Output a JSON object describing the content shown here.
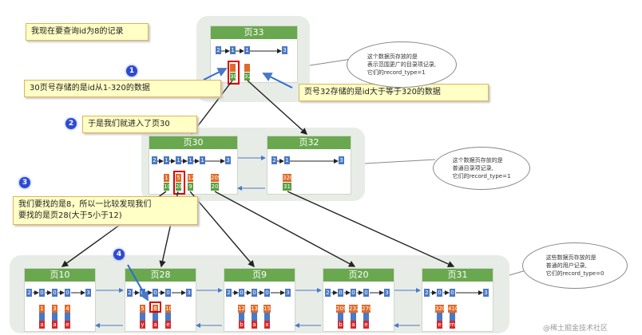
{
  "notes": {
    "query": "我现在要查询id为8的记录",
    "step1": "30页号存储的是id从1-320的数据",
    "step1b": "页号32存储的是id大于等于320的数据",
    "step2": "于是我们就进入了页30",
    "step3_line1": "我们要找的是8，所以一比较发现我们",
    "step3_line2": "要找的是页28(大于5小于12)"
  },
  "steps": [
    "1",
    "2",
    "3",
    "4"
  ],
  "bubbles": {
    "top": [
      "这个数据页存放的是",
      "表示范围更广的目录项记录,",
      "它们的record_type=1"
    ],
    "mid": [
      "这个数据页存放的是",
      "普通目录项记录,",
      "它们的record_type=1"
    ],
    "low": [
      "这些数据页存放的是",
      "普通的用户记录,",
      "它们的record_type=0"
    ]
  },
  "pages": {
    "p33": "页33",
    "p30": "页30",
    "p32": "页32",
    "p10": "页10",
    "p28": "页28",
    "p9": "页9",
    "p20": "页20",
    "p31": "页31"
  },
  "cells": {
    "p33": {
      "b": [
        "2",
        "1",
        "1",
        "3"
      ],
      "g": [
        "30",
        "32"
      ]
    },
    "p30": {
      "b": [
        "2",
        "1",
        "1",
        "1",
        "1",
        "3"
      ],
      "o": [
        "1",
        "5",
        "12",
        "209"
      ],
      "g": [
        "10",
        "28",
        "9",
        "20"
      ]
    },
    "p32": {
      "b": [
        "2",
        "1",
        "3"
      ],
      "o": [
        "320"
      ],
      "g": [
        "31"
      ]
    },
    "p10": {
      "b": [
        "2",
        "0",
        "0",
        "0",
        "3"
      ],
      "o": [
        "1",
        "3",
        "4"
      ],
      "r": [
        "a",
        "a",
        "e"
      ]
    },
    "p28": {
      "b": [
        "2",
        "0",
        "0",
        "0",
        "3"
      ],
      "o": [
        "5",
        "8",
        "10"
      ],
      "r": [
        "y",
        "a",
        "e"
      ]
    },
    "p9": {
      "b": [
        "2",
        "0",
        "0",
        "0",
        "3"
      ],
      "o": [
        "12",
        "13",
        "15"
      ],
      "r": [
        "b",
        "a",
        "x"
      ]
    },
    "p20": {
      "b": [
        "2",
        "0",
        "0",
        "0",
        "3"
      ],
      "o": [
        "209",
        "232",
        "270"
      ],
      "r": [
        "b",
        "a",
        "e"
      ]
    },
    "p31": {
      "b": [
        "2",
        "0",
        "0",
        "3"
      ],
      "o": [
        "320",
        "410"
      ],
      "r": [
        "e",
        "m"
      ]
    }
  },
  "watermark": "@稀土掘金技术社区",
  "colors": {
    "page_header": "#6aa84f",
    "pointer": "#4a78c4",
    "key": "#e06b2a",
    "page_no": "#5c9e3f",
    "value": "#d42a2a",
    "note_bg": "#ffffc6",
    "step_badge": "#2d4bd1",
    "highlight": "#d00000"
  }
}
